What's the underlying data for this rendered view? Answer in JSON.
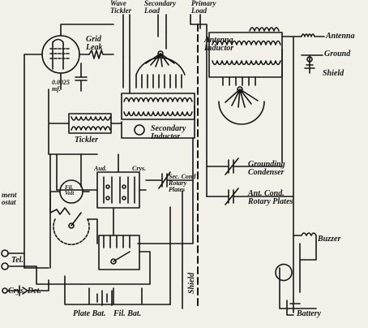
{
  "labels": {
    "wave_tickler": [
      "Wave",
      "Tickler"
    ],
    "secondary_load": [
      "Secondary",
      "Load"
    ],
    "primary_load": [
      "Primary",
      "Load"
    ],
    "antenna_top": "Antenna",
    "ground": "Ground",
    "shield_top": "Shield",
    "grid_leak": [
      "Grid",
      "Leak"
    ],
    "capacitance": [
      "0.0025",
      "mf."
    ],
    "antenna_inductor": [
      "Antenna",
      "Inductor"
    ],
    "tickler": "Tickler",
    "secondary_inductor": [
      "Secondary",
      "Inductor"
    ],
    "aud": "Aud.",
    "crys": "Crys.",
    "sec_cond": [
      "Sec.",
      "Cond",
      "Rotary",
      "Plates"
    ],
    "grounding_condenser": [
      "Grounding",
      "Condenser"
    ],
    "ant_cond": [
      "Ant. Cond.",
      "Rotary Plates"
    ],
    "fil_volt": [
      "Fil.",
      "Volt"
    ],
    "rheostat_cut": [
      "ment",
      "ostat"
    ],
    "tel": "Tel.",
    "crys_det": "Crys. Det.",
    "plate_bat": "Plate Bat.",
    "fil_bat": "Fil. Bat.",
    "shield_vertical": "Shield",
    "buzzer": "Buzzer",
    "battery": "Battery"
  },
  "colors": {
    "ink": "#151515",
    "paper": "#f3f0ea"
  }
}
